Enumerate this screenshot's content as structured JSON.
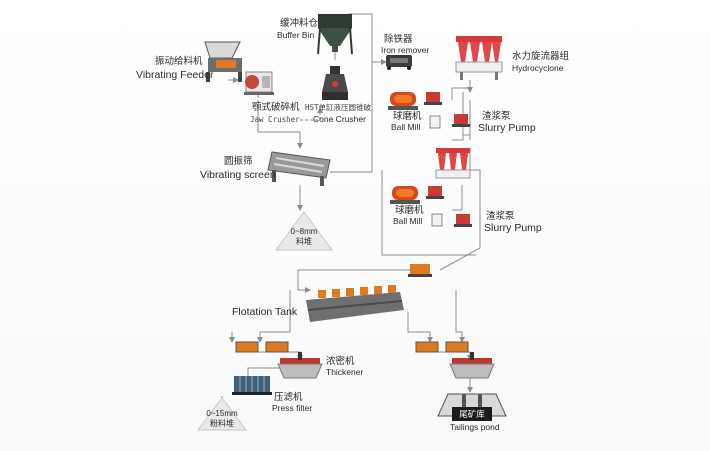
{
  "labels": {
    "buffer_bin_zh": "缓冲料仓",
    "buffer_bin_en": "Buffer Bin",
    "feeder_zh": "振动给料机",
    "feeder_en": "Vibrating Feeder",
    "jaw_zh": "颚式破碎机",
    "jaw_en": "Jaw Crusher",
    "cone_zh": "HST单缸液压圆锥破",
    "cone_en": "Cone Crusher",
    "iron_zh": "除铁器",
    "iron_en": "Iron remover",
    "hydro_zh": "水力旋流器组",
    "hydro_en": "Hydrocyclone",
    "ball1_zh": "球磨机",
    "ball1_en": "Ball Mill",
    "pump1_zh": "渣浆泵",
    "pump1_en": "Slurry Pump",
    "screen_zh": "圆振筛",
    "screen_en": "Vibrating screen",
    "pile1_size": "0~8mm",
    "pile1_zh": "料堆",
    "ball2_zh": "球磨机",
    "ball2_en": "Ball Mill",
    "pump2_zh": "渣浆泵",
    "pump2_en": "Slurry Pump",
    "flotation_en": "Flotation Tank",
    "thickener_zh": "浓密机",
    "thickener_en": "Thickener",
    "press_zh": "压滤机",
    "press_en": "Press filter",
    "pile2_size": "0~15mm",
    "pile2_zh": "粉料堆",
    "tail_zh": "尾矿库",
    "tail_en": "Tailings pond"
  },
  "colors": {
    "flow_line": "#8c8c8c",
    "machine_dark": "#3a3a3a",
    "machine_red": "#c0392b",
    "machine_orange": "#e07a1f",
    "cyclone_red": "#d63a3a",
    "pile_fill": "#e9e9e9"
  }
}
